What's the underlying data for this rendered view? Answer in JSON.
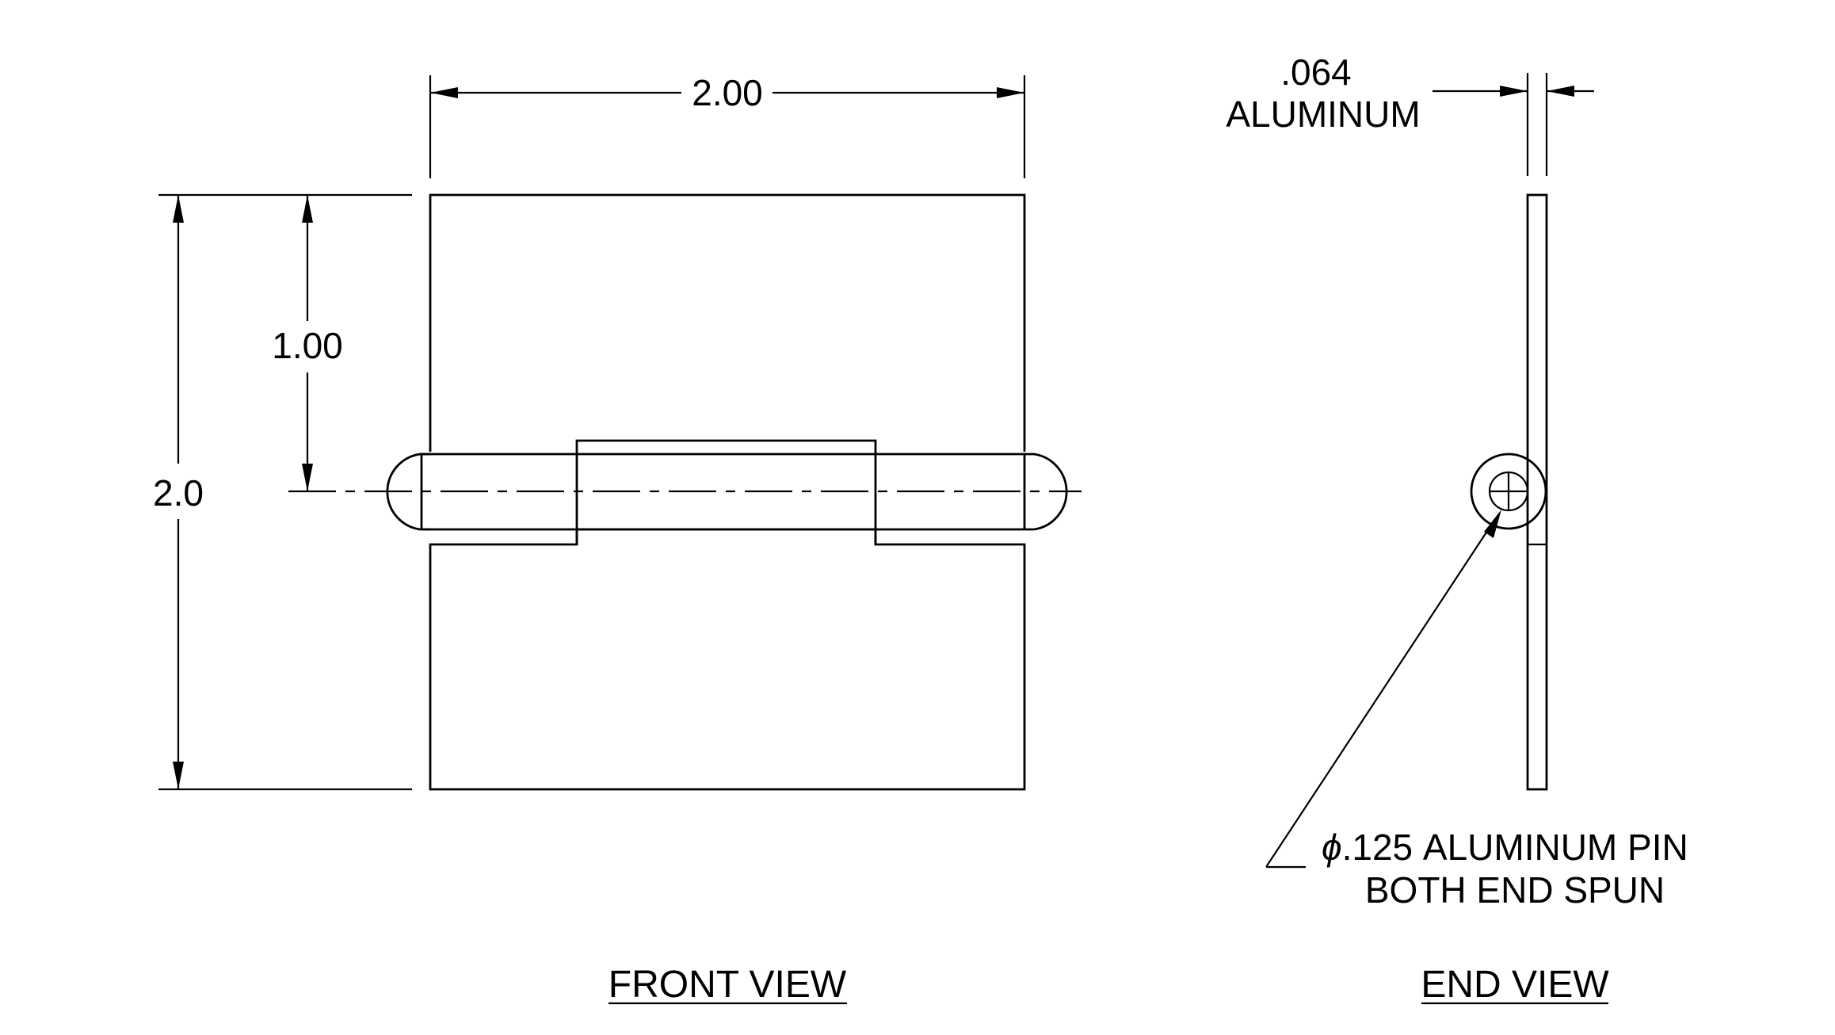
{
  "views": {
    "front": {
      "caption": "FRONT VIEW",
      "width_dim": "2.00",
      "height_dim": "2.0",
      "pin_offset_dim": "1.00"
    },
    "end": {
      "caption": "END VIEW",
      "thickness_value": ".064",
      "thickness_material": "ALUMINUM",
      "pin_note_symbol": "ϕ",
      "pin_note_line1": ".125 ALUMINUM PIN",
      "pin_note_line2": "BOTH END SPUN"
    }
  },
  "colors": {
    "line": "#000000",
    "background": "#ffffff"
  }
}
